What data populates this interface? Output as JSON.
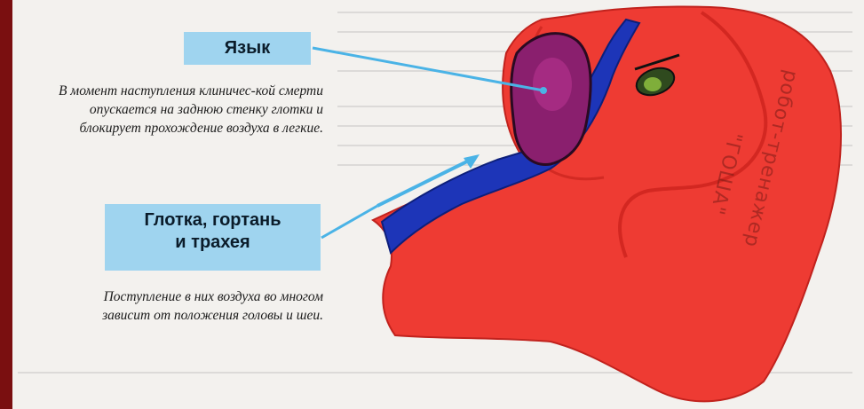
{
  "labels": {
    "tongue_title": "Язык",
    "tongue_caption": "В момент наступления клиничес-кой смерти опускается на заднюю стенку глотки и блокирует прохождение воздуха в легкие.",
    "throat_title_line1": "Глотка, гортань",
    "throat_title_line2": "и трахея",
    "throat_caption": "Поступление в них воздуха во многом зависит от положения головы и шеи."
  },
  "watermark": {
    "line1": "робот-тренажер",
    "line2": "\"ГОША\""
  },
  "colors": {
    "head": "#ee3b33",
    "airway": "#1d35b8",
    "tongue": "#8a1f6e",
    "label_box": "#9fd4ef",
    "arrow": "#4ab3e6",
    "frame": "#7a0f10"
  }
}
